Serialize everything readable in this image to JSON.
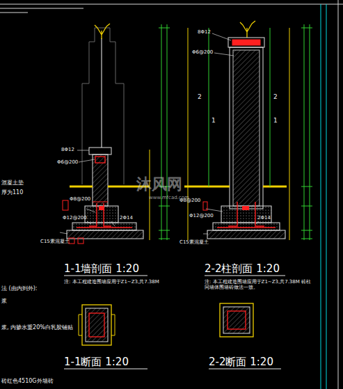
{
  "diagram": {
    "labels": [
      "8Φ12",
      "Φ6@200",
      "8Φ12",
      "Φ6@200",
      "2",
      "1",
      "2",
      "1",
      "Φ8@200",
      "2Φ14",
      "Φ12@200",
      "C15素混凝土",
      "Φ8@200",
      "2Φ14",
      "Φ12@200",
      "C15素混凝土",
      "1-1墙剖面 1:20",
      "2-2柱剖面 1:20",
      "注: 本工程建造围墙应用于Z1~Z3,共7.38M",
      "注: 本工程建造围墙应用于Z1~Z3,共7.38M 砖柱同墙体围墙砖做法一致。",
      "1-1断面 1:20",
      "2-2断面 1:20",
      "混凝土垫",
      "厚为110",
      "法 (由内到外):",
      "浆",
      "浆, 内掺水重20%白乳胶铺贴",
      "砖红色4510G外墙砖",
      "沐风网",
      "www.mfcad.com"
    ]
  }
}
